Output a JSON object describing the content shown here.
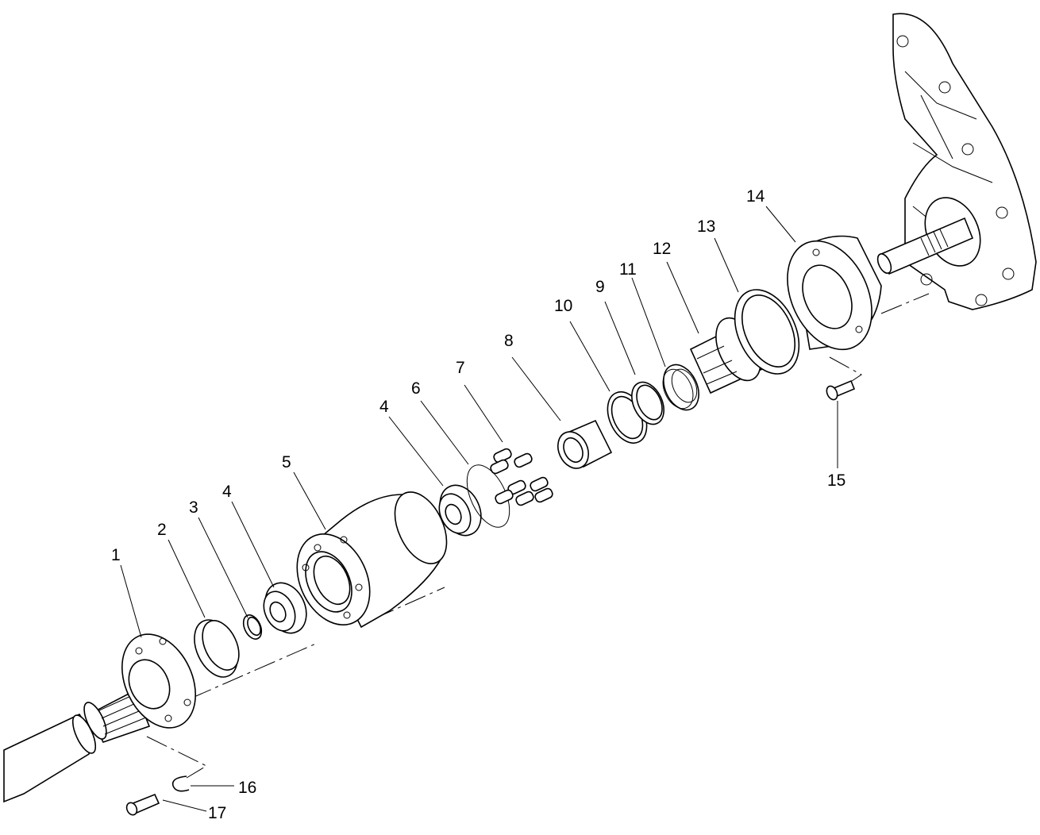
{
  "diagram": {
    "callouts": [
      "1",
      "2",
      "3",
      "4",
      "4",
      "5",
      "6",
      "7",
      "8",
      "9",
      "10",
      "11",
      "12",
      "13",
      "14",
      "15",
      "16",
      "17"
    ]
  }
}
